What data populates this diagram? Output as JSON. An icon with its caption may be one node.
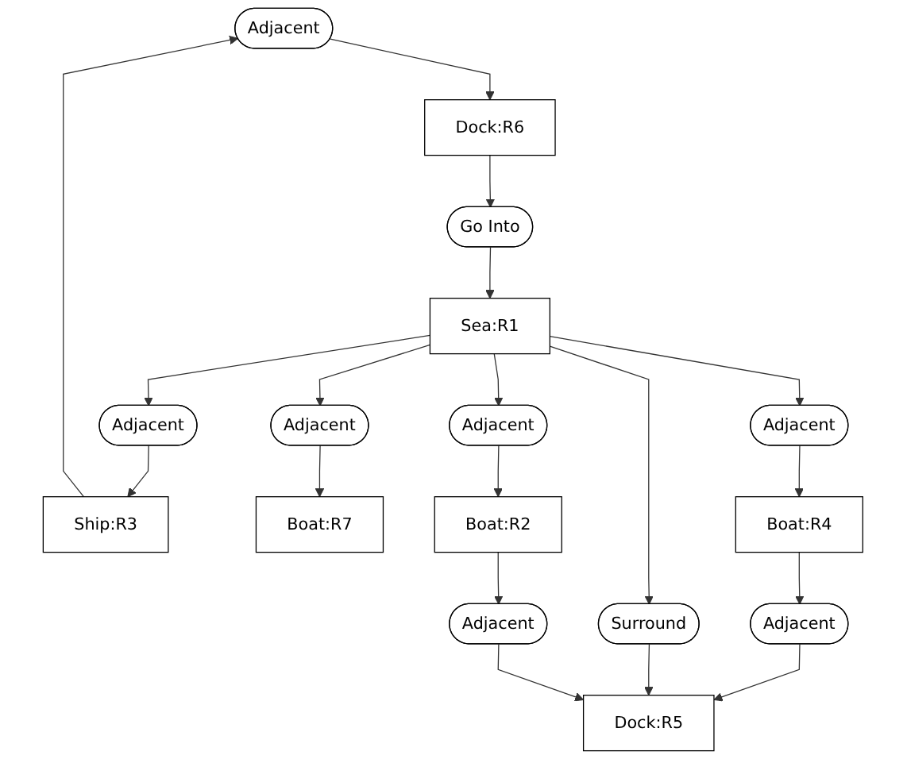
{
  "diagram": {
    "nodes": [
      {
        "text": [
          "Adjacent"
        ]
      },
      {
        "text": [
          "Ship:R3"
        ]
      },
      {
        "text": [
          "Dock:R6"
        ]
      },
      {
        "text": [
          "Adjacent"
        ]
      },
      {
        "text": [
          "Go Into"
        ]
      },
      {
        "text": [
          "Sea:R1"
        ]
      },
      {
        "text": [
          "Adjacent"
        ]
      },
      {
        "text": [
          "Boat:R7"
        ]
      },
      {
        "text": [
          "Adjacent"
        ]
      },
      {
        "text": [
          "Surround"
        ]
      },
      {
        "text": [
          "Adjacent"
        ]
      },
      {
        "text": [
          "Boat:R4"
        ]
      },
      {
        "text": [
          "Boat:R2"
        ]
      },
      {
        "text": [
          "Adjacent"
        ]
      },
      {
        "text": [
          "Adjacent"
        ]
      },
      {
        "text": [
          "Dock:R5"
        ]
      }
    ],
    "edges": [
      {
        "from": 1,
        "to": 0,
        "arrow": "to"
      },
      {
        "from": 0,
        "to": 2,
        "arrow": "to"
      },
      {
        "from": 2,
        "to": 4,
        "arrow": "to"
      },
      {
        "from": 4,
        "to": 5,
        "arrow": "to"
      },
      {
        "from": 5,
        "to": 3,
        "arrow": "to"
      },
      {
        "from": 3,
        "to": 1,
        "arrow": "to"
      },
      {
        "from": 5,
        "to": 6,
        "arrow": "to"
      },
      {
        "from": 6,
        "to": 7,
        "arrow": "to"
      },
      {
        "from": 5,
        "to": 8,
        "arrow": "to"
      },
      {
        "from": 5,
        "to": 9,
        "arrow": "to"
      },
      {
        "from": 5,
        "to": 10,
        "arrow": "to"
      },
      {
        "from": 8,
        "to": 11,
        "arrow": "to"
      },
      {
        "from": 10,
        "to": 12,
        "arrow": "to"
      },
      {
        "from": 11,
        "to": 13,
        "arrow": "to"
      },
      {
        "from": 12,
        "to": 14,
        "arrow": "to"
      },
      {
        "from": 13,
        "to": 15,
        "arrow": "to"
      },
      {
        "from": 9,
        "to": 15,
        "arrow": "to"
      },
      {
        "from": 14,
        "to": 15,
        "arrow": "to"
      }
    ]
  }
}
